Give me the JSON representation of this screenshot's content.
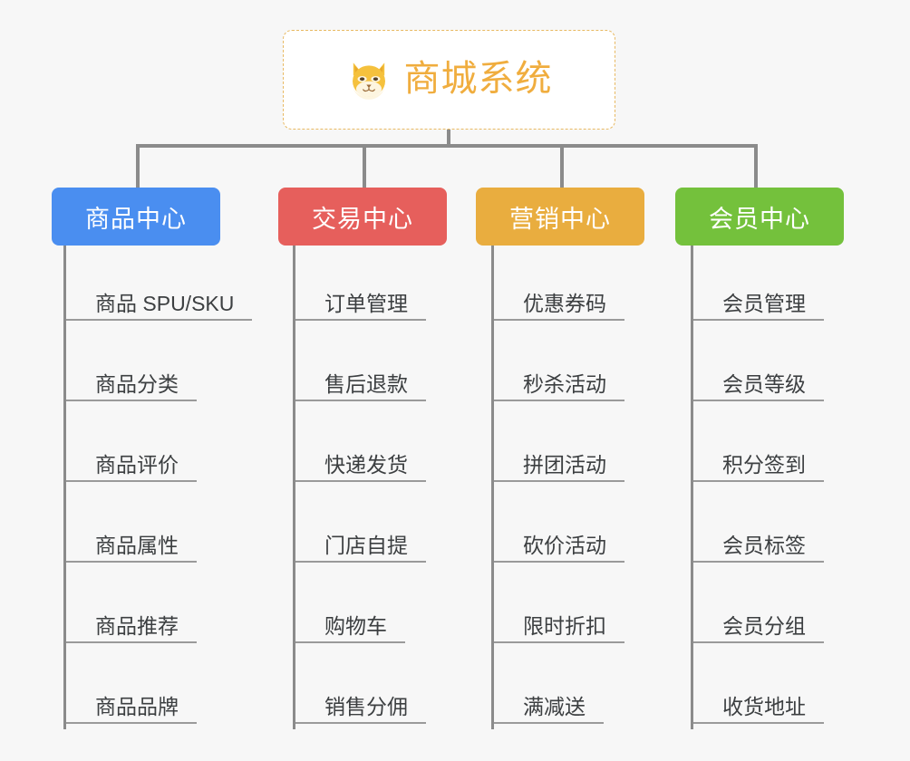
{
  "diagram": {
    "title": "商城系统",
    "root_icon": "shiba-dog-icon",
    "background_color": "#f7f7f7",
    "connector_color": "#8b8b8b",
    "root": {
      "label": "商城系统",
      "border_color": "#e8b962",
      "text_color": "#f0ad3e",
      "background_color": "#ffffff"
    },
    "branches": [
      {
        "label": "商品中心",
        "color": "#4a8ef0",
        "items": [
          "商品 SPU/SKU",
          "商品分类",
          "商品评价",
          "商品属性",
          "商品推荐",
          "商品品牌"
        ]
      },
      {
        "label": "交易中心",
        "color": "#e65f5c",
        "items": [
          "订单管理",
          "售后退款",
          "快递发货",
          "门店自提",
          "购物车",
          "销售分佣"
        ]
      },
      {
        "label": "营销中心",
        "color": "#e9ad3f",
        "items": [
          "优惠券码",
          "秒杀活动",
          "拼团活动",
          "砍价活动",
          "限时折扣",
          "满减送"
        ]
      },
      {
        "label": "会员中心",
        "color": "#74c13c",
        "items": [
          "会员管理",
          "会员等级",
          "积分签到",
          "会员标签",
          "会员分组",
          "收货地址"
        ]
      }
    ]
  }
}
